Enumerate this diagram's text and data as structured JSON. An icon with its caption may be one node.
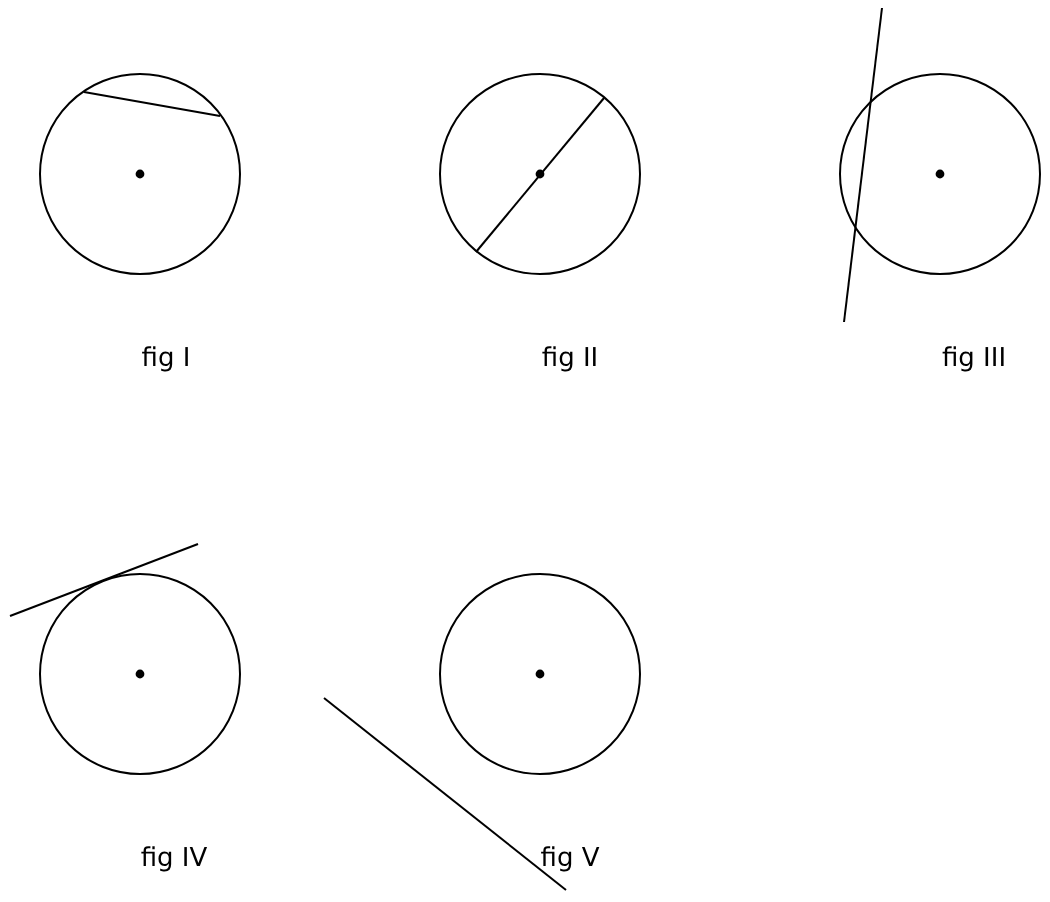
{
  "diagram": {
    "nodes": [
      {
        "text": [],
        "shape": "circle",
        "beside": [
          "fig I"
        ]
      },
      {
        "text": [],
        "shape": "circle",
        "beside": [
          "fig II"
        ]
      },
      {
        "text": [],
        "shape": "circle",
        "beside": [
          "fig III"
        ]
      },
      {
        "text": [],
        "shape": "circle",
        "beside": [
          "fig IV"
        ]
      },
      {
        "text": [],
        "shape": "circle",
        "beside": [
          "fig V"
        ]
      }
    ]
  }
}
